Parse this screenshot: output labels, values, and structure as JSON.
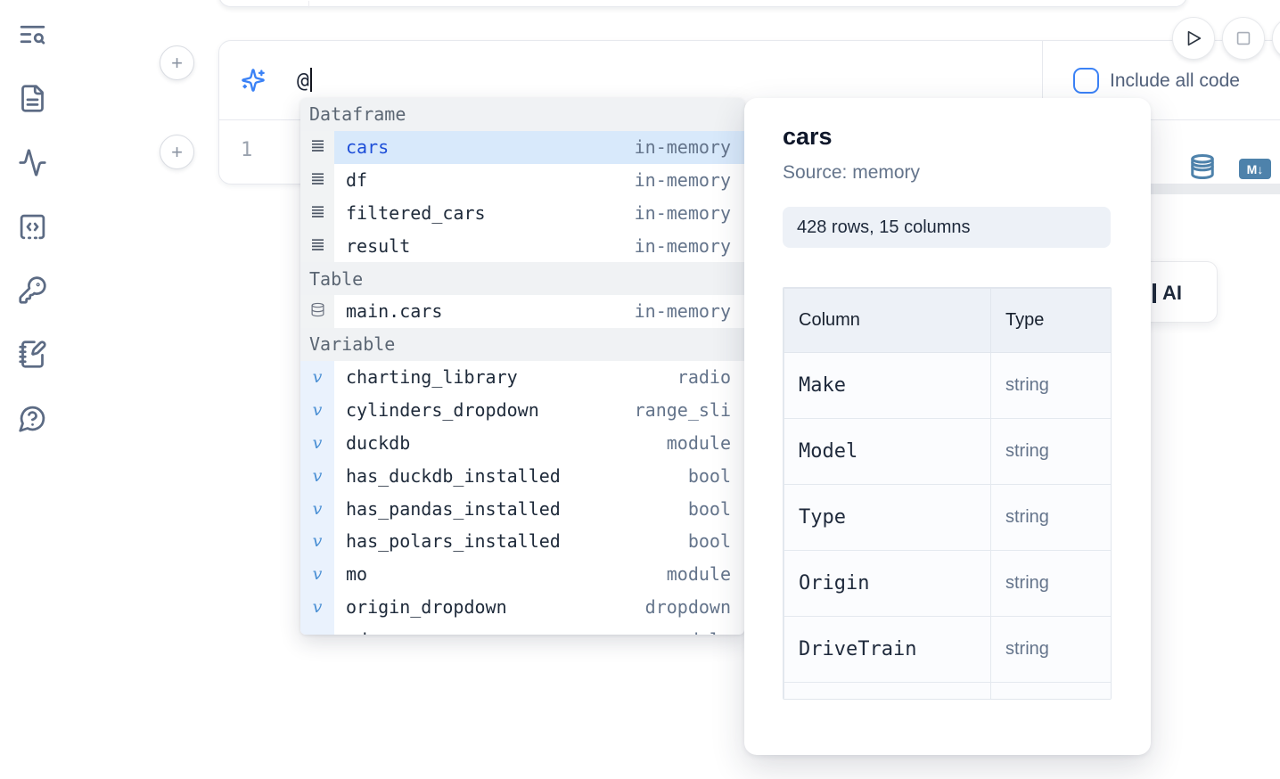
{
  "colors": {
    "accent_blue": "#3b82f6",
    "steel_blue": "#4e82ab",
    "selected_row_bg": "#d8e9fb",
    "selected_row_text": "#1d4ed8",
    "section_header_bg": "#f0f2f4"
  },
  "sidebar": {
    "items": [
      {
        "icon": "toc-search-icon"
      },
      {
        "icon": "file-icon"
      },
      {
        "icon": "activity-icon"
      },
      {
        "icon": "snippets-icon"
      },
      {
        "icon": "key-icon"
      },
      {
        "icon": "notebook-pen-icon"
      },
      {
        "icon": "help-chat-icon"
      }
    ]
  },
  "prompt_cell": {
    "input_value": "@",
    "include_all_code_label": "Include all code",
    "include_all_code_checked": false
  },
  "code_cell": {
    "line_number": "1",
    "markdown_badge": "M↓"
  },
  "autocomplete": {
    "sections": [
      {
        "label": "Dataframe",
        "kind": "dataframe",
        "items": [
          {
            "name": "cars",
            "type": "in-memory",
            "selected": true
          },
          {
            "name": "df",
            "type": "in-memory",
            "selected": false
          },
          {
            "name": "filtered_cars",
            "type": "in-memory",
            "selected": false
          },
          {
            "name": "result",
            "type": "in-memory",
            "selected": false
          }
        ]
      },
      {
        "label": "Table",
        "kind": "table",
        "items": [
          {
            "name": "main.cars",
            "type": "in-memory",
            "selected": false
          }
        ]
      },
      {
        "label": "Variable",
        "kind": "variable",
        "items": [
          {
            "name": "charting_library",
            "type": "radio",
            "selected": false
          },
          {
            "name": "cylinders_dropdown",
            "type": "range_sli",
            "selected": false
          },
          {
            "name": "duckdb",
            "type": "module",
            "selected": false
          },
          {
            "name": "has_duckdb_installed",
            "type": "bool",
            "selected": false
          },
          {
            "name": "has_pandas_installed",
            "type": "bool",
            "selected": false
          },
          {
            "name": "has_polars_installed",
            "type": "bool",
            "selected": false
          },
          {
            "name": "mo",
            "type": "module",
            "selected": false
          },
          {
            "name": "origin_dropdown",
            "type": "dropdown",
            "selected": false
          },
          {
            "name": "pd",
            "type": "module",
            "selected": false
          }
        ]
      }
    ]
  },
  "preview_panel": {
    "title": "cars",
    "source": "Source: memory",
    "stats": "428 rows, 15 columns",
    "table": {
      "headers": [
        "Column",
        "Type"
      ],
      "rows": [
        [
          "Make",
          "string"
        ],
        [
          "Model",
          "string"
        ],
        [
          "Type",
          "string"
        ],
        [
          "Origin",
          "string"
        ],
        [
          "DriveTrain",
          "string"
        ],
        [
          "",
          ""
        ]
      ]
    }
  },
  "ai_button": {
    "visible_label": "AI"
  }
}
